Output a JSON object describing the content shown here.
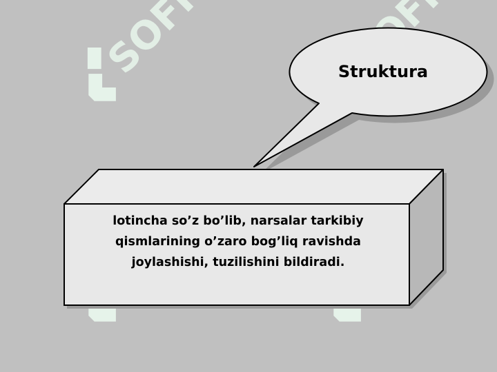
{
  "watermark": {
    "text": "SOFF",
    "color": "#e6f3ea"
  },
  "colors": {
    "background": "#c0c0c0",
    "bubble_fill": "#e8e8e8",
    "box_front": "#e8e8e8",
    "box_top": "#ebebeb",
    "box_side": "#b8b8b8",
    "outline": "#000000",
    "shadow": "#9a9a9a"
  },
  "bubble": {
    "label": "Struktura"
  },
  "box": {
    "lines": [
      "lotincha so’z bo’lib, narsalar tarkibiy",
      "qismlarining o’zaro bog’liq ravishda",
      "joylashishi, tuzilishini bildiradi."
    ]
  }
}
